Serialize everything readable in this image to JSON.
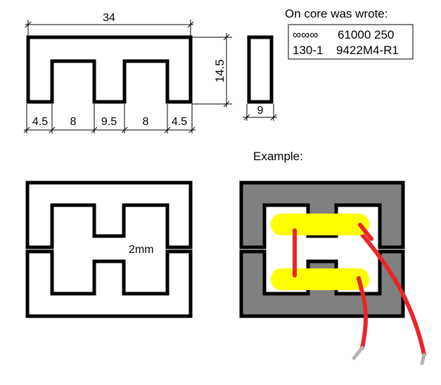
{
  "top_drawing": {
    "width_label": "34",
    "height_label": "14.5",
    "thickness_label": "9",
    "bottom_dims": [
      "4.5",
      "8",
      "9.5",
      "8",
      "4.5"
    ]
  },
  "marking": {
    "heading": "On core was wrote:",
    "line1_left": "∞∞∞",
    "line1_right": "61000 250",
    "line2_left": "130-1",
    "line2_right": "9422M4-R1"
  },
  "gap_label": "2mm",
  "example_label": "Example:",
  "colors": {
    "core_outline": "#000000",
    "core_fill_example": "#808080",
    "winding": "#ffff00",
    "wire": "#e8262a",
    "wire_tip": "#b4b4b4"
  }
}
